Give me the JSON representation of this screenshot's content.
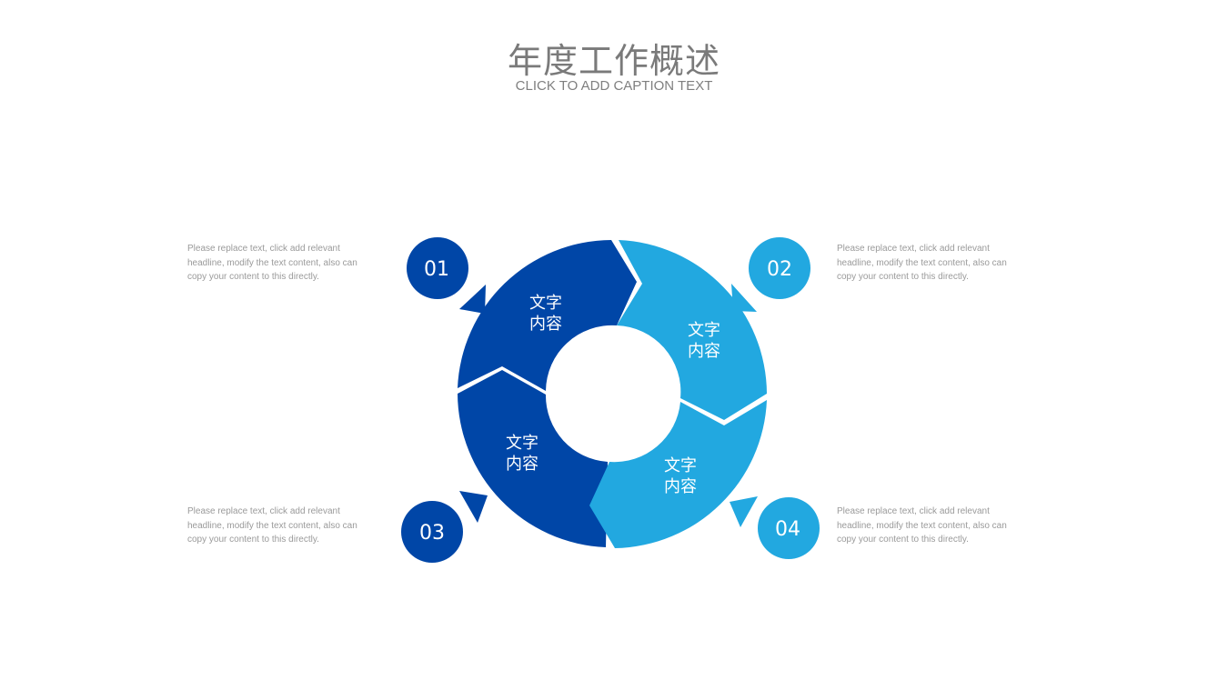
{
  "header": {
    "title": "年度工作概述",
    "subtitle": "CLICK TO ADD CAPTION TEXT"
  },
  "colors": {
    "dark_blue": "#0046A7",
    "light_blue": "#22A8E0",
    "title_gray": "#7a7a7a",
    "desc_gray": "#9a9a9a"
  },
  "segments": [
    {
      "line1": "文字",
      "line2": "内容",
      "color": "dark_blue"
    },
    {
      "line1": "文字",
      "line2": "内容",
      "color": "light_blue"
    },
    {
      "line1": "文字",
      "line2": "内容",
      "color": "dark_blue"
    },
    {
      "line1": "文字",
      "line2": "内容",
      "color": "light_blue"
    }
  ],
  "badges": [
    {
      "number": "01",
      "color": "dark_blue"
    },
    {
      "number": "02",
      "color": "light_blue"
    },
    {
      "number": "03",
      "color": "dark_blue"
    },
    {
      "number": "04",
      "color": "light_blue"
    }
  ],
  "descriptions": [
    {
      "text": "Please replace text, click add relevant headline, modify the text content, also can copy your content to this directly."
    },
    {
      "text": "Please replace text, click add relevant headline, modify the text content, also can copy your content to this directly."
    },
    {
      "text": "Please replace text, click add relevant headline, modify the text content, also can copy your content to this directly."
    },
    {
      "text": "Please replace text, click add relevant headline, modify the text content, also can copy your content to this directly."
    }
  ]
}
